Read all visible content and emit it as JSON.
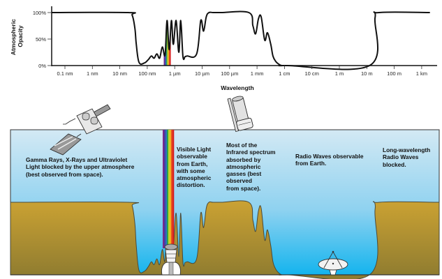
{
  "chart_data": {
    "type": "line",
    "title": "",
    "xlabel": "Wavelength",
    "ylabel": "Atmospheric Opacity",
    "x_ticks": [
      "0.1 nm",
      "1 nm",
      "10 nm",
      "100 nm",
      "1 µm",
      "10 µm",
      "100 µm",
      "1 mm",
      "1 cm",
      "10 cm",
      "1 m",
      "10 m",
      "100 m",
      "1 km"
    ],
    "y_ticks": [
      "0%",
      "50%",
      "100%"
    ],
    "ylim": [
      0,
      100
    ],
    "x_scale": "log10 wavelength (m)",
    "series": [
      {
        "name": "Atmospheric Opacity",
        "x_log10_m": [
          -10.5,
          -7.7,
          -7.55,
          -7.45,
          -7.4,
          -7.3,
          -7.1,
          -6.95,
          -6.85,
          -6.75,
          -6.65,
          -6.55,
          -6.45,
          -6.35,
          -6.28,
          -6.2,
          -6.12,
          -6.05,
          -5.95,
          -5.85,
          -5.78,
          -5.7,
          -5.62,
          -5.55,
          -5.2,
          -5.05,
          -4.95,
          -4.85,
          -4.75,
          -4.6,
          -4.3,
          -3.3,
          -3.15,
          -3.05,
          -2.95,
          -2.85,
          -2.72,
          -2.62,
          -2.5,
          -2.42,
          -2.32,
          -2.22,
          -2.1,
          -1.9,
          1.1,
          1.3,
          1.45,
          3.3
        ],
        "opacity_pct": [
          100,
          100,
          95,
          70,
          40,
          6,
          5,
          12,
          18,
          14,
          22,
          14,
          35,
          20,
          85,
          30,
          85,
          40,
          85,
          25,
          85,
          17,
          17,
          18,
          22,
          85,
          65,
          92,
          100,
          100,
          100,
          100,
          75,
          60,
          88,
          92,
          48,
          62,
          40,
          18,
          8,
          3,
          0,
          0,
          0,
          90,
          100,
          100
        ]
      }
    ],
    "visible_band": {
      "label": "visible spectrum",
      "x_log10_m": [
        -6.4,
        -6.15
      ]
    },
    "grid": false,
    "legend": "none"
  },
  "illustration": {
    "labels": {
      "gamma": [
        "Gamma Rays, X-Rays and Ultraviolet",
        "Light blocked by the upper atmosphere",
        "(best observed from space)."
      ],
      "visible": [
        "Visible Light",
        "observable",
        "from Earth,",
        "with some",
        "atmospheric",
        "distortion."
      ],
      "infrared": [
        "Most of the",
        "Infrared spectrum",
        "absorbed by",
        "atmospheric",
        "gasses (best",
        "observed",
        "from space)."
      ],
      "radio": [
        "Radio Waves observable",
        "from Earth."
      ],
      "longwave": [
        "Long-wavelength",
        "Radio Waves",
        "blocked."
      ]
    },
    "icons": [
      "satellite-icon",
      "infrared-space-telescope-icon",
      "ground-optical-telescope-icon",
      "radio-dish-icon"
    ]
  },
  "colors": {
    "sky_top": "#cfe6f2",
    "sky_bottom": "#1ab8ee",
    "ground_top": "#c9a032",
    "ground_bottom": "#8e7a30",
    "line": "#111111",
    "spectrum": [
      "#7a2a8c",
      "#4a3ca0",
      "#2e6fc0",
      "#2aa24a",
      "#c8d02a",
      "#f0b020",
      "#e85020",
      "#d82020"
    ]
  }
}
